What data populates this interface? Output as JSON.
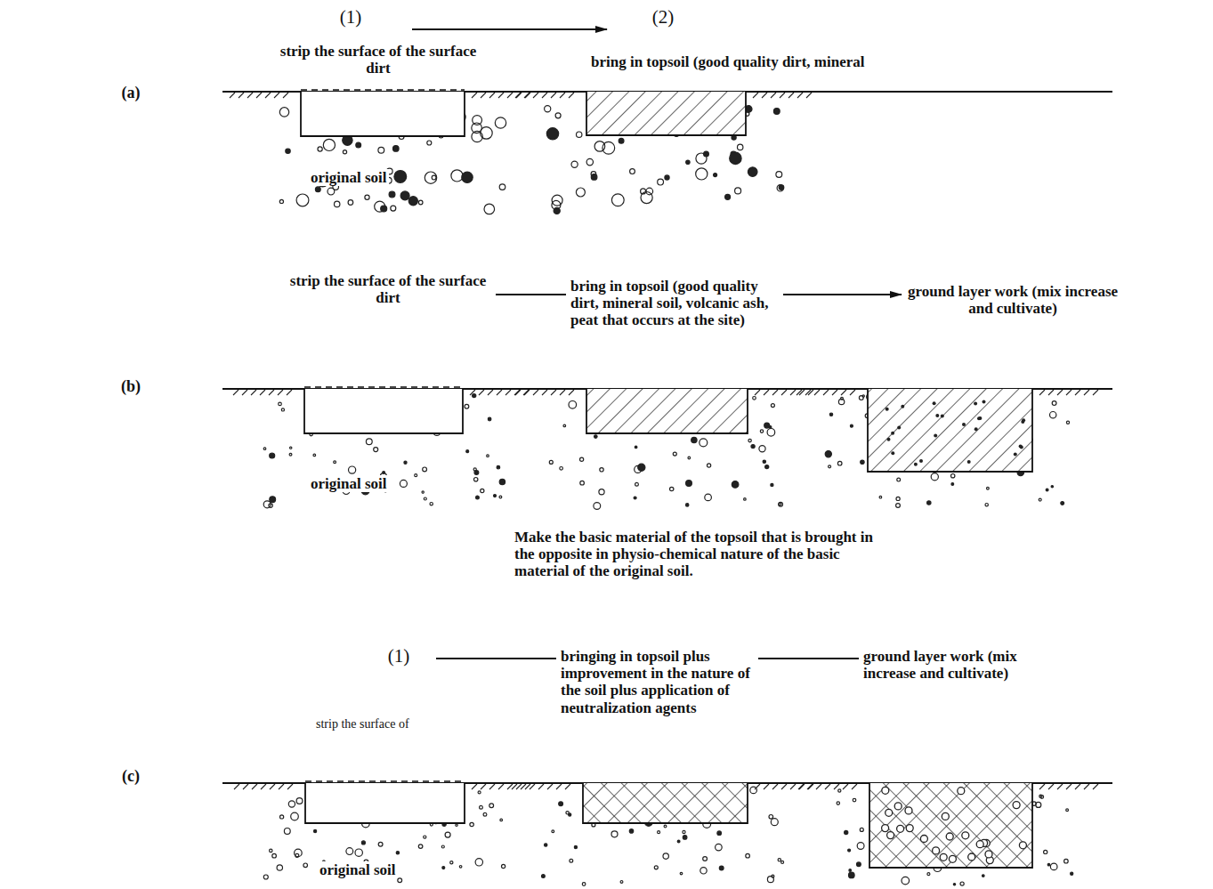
{
  "diagram": {
    "labels": [
      "(1)",
      "(2)",
      "strip the surface of the surface dirt",
      "bring in topsoil (good quality dirt, mineral",
      "(a)",
      "original soil",
      "strip the surface of the surface dirt",
      "bring in topsoil (good quality dirt, mineral soil, volcanic ash, peat that occurs at the site)",
      "ground layer work (mix increase and cultivate)",
      "(b)",
      "original soil",
      "Make the basic material of the topsoil that is brought in the opposite in physio-chemical nature of the basic material of the original soil.",
      "(1)",
      "bringing in topsoil plus improvement in the nature of the soil plus application of neutralization agents",
      "ground layer work (mix increase and cultivate)",
      "strip the surface of",
      "(c)",
      "original soil"
    ]
  }
}
